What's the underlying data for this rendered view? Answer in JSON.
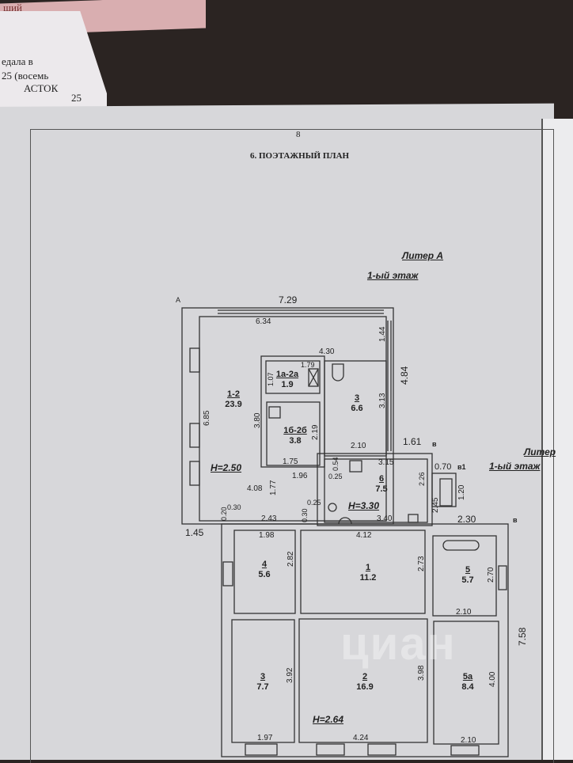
{
  "background_doc": {
    "pink_text": "щий",
    "lines": [
      "едала    в",
      "25 (восемь",
      "АСТОК",
      "25"
    ]
  },
  "page": {
    "page_number": "8",
    "title": "6. ПОЭТАЖНЫЙ ПЛАН"
  },
  "plan_a": {
    "liter": "Литер А",
    "floor": "1-ый  этаж",
    "axis_label": "А",
    "dims": {
      "top": "7.29",
      "inner_top": "6.34",
      "right_upper": "1.44",
      "right": "4.84",
      "mid_top": "4.30",
      "small_top": "1.79",
      "small_left": "1.07",
      "left": "6.85",
      "mid_left": "3.80",
      "room3_h": "3.13",
      "wc_h": "2.19",
      "room3_w": "2.10",
      "wc_w": "1.75",
      "step": "1.61",
      "w196": "1.96",
      "w408": "4.08",
      "h177": "1.77",
      "w030a": "0.30",
      "h020": "0.20",
      "w243": "2.43",
      "h030b": "0.30",
      "w025a": "0.25",
      "w025b": "0.25",
      "h054": "0.54",
      "w315": "3.15",
      "h226": "2.26",
      "h245": "2.45",
      "w340": "3.40",
      "w145": "1.45"
    },
    "height": "H=2.50",
    "height_kitchen": "H=3.30",
    "rooms": [
      {
        "num": "1-2",
        "area": "23.9"
      },
      {
        "num": "1а-2а",
        "area": "1.9"
      },
      {
        "num": "3",
        "area": "6.6"
      },
      {
        "num": "1б-2б",
        "area": "3.8"
      },
      {
        "num": "6",
        "area": "7.5"
      }
    ]
  },
  "plan_v": {
    "liter": "Литер",
    "floor": "1-ый  этаж",
    "axis_v": "в",
    "axis_v1": "в1",
    "axis_v2": "в",
    "dims": {
      "w070": "0.70",
      "h120": "1.20",
      "w230": "2.30",
      "right": "7.58",
      "w198": "1.98",
      "h282": "2.82",
      "w412": "4.12",
      "h273": "2.73",
      "h270": "2.70",
      "w210a": "2.10",
      "h392": "3.92",
      "h398": "3.98",
      "h400": "4.00",
      "w197": "1.97",
      "w424": "4.24",
      "w210b": "2.10"
    },
    "height": "H=2.64",
    "rooms": [
      {
        "num": "4",
        "area": "5.6"
      },
      {
        "num": "1",
        "area": "11.2"
      },
      {
        "num": "5",
        "area": "5.7"
      },
      {
        "num": "3",
        "area": "7.7"
      },
      {
        "num": "2",
        "area": "16.9"
      },
      {
        "num": "5а",
        "area": "8.4"
      }
    ]
  },
  "watermark": "циан"
}
